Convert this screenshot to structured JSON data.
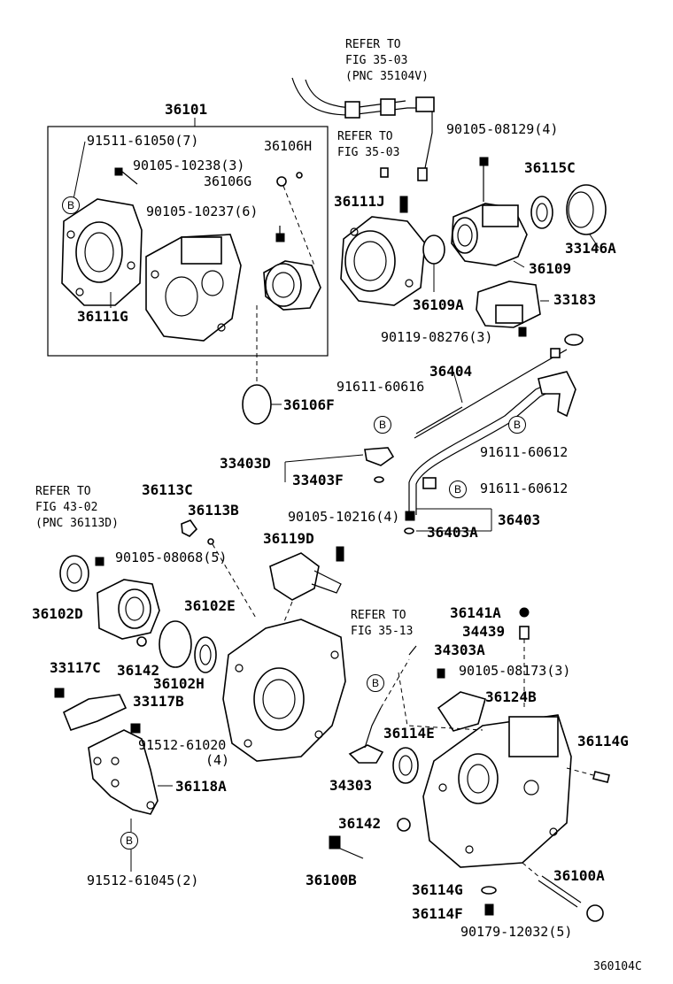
{
  "callout_symbol": "B",
  "figure_code": "360104C",
  "labels": {
    "l36101": "36101",
    "l91511": "91511-61050(7)",
    "l36106h": "36106H",
    "l90105_10238": "90105-10238(3)",
    "l36106g": "36106G",
    "l90105_10237": "90105-10237(6)",
    "l36111g": "36111G",
    "l36106f": "36106F",
    "ref_35_03_a_1": "REFER TO",
    "ref_35_03_a_2": "FIG 35-03",
    "ref_35_03_a_3": "(PNC 35104V)",
    "ref_35_03_b_1": "REFER TO",
    "ref_35_03_b_2": "FIG 35-03",
    "l90105_08129": "90105-08129(4)",
    "l36115c": "36115C",
    "l36111j": "36111J",
    "l33146a": "33146A",
    "l36109": "36109",
    "l36109a": "36109A",
    "l33183": "33183",
    "l90119_08276": "90119-08276(3)",
    "l36404": "36404",
    "l91611_60616": "91611-60616",
    "l91611_60612_a": "91611-60612",
    "l33403d": "33403D",
    "l33403f": "33403F",
    "l91611_60612_b": "91611-60612",
    "ref_43_02_1": "REFER TO",
    "ref_43_02_2": "FIG 43-02",
    "ref_43_02_3": "(PNC 36113D)",
    "l36113c": "36113C",
    "l36113b": "36113B",
    "l90105_10216": "90105-10216(4)",
    "l36403": "36403",
    "l36403a": "36403A",
    "l36119d": "36119D",
    "l90105_08068": "90105-08068(5)",
    "l36102d": "36102D",
    "l36102e": "36102E",
    "l36142_a": "36142",
    "l36102h": "36102H",
    "l33117c": "33117C",
    "l33117b": "33117B",
    "l91512_61020": "91512-61020",
    "l91512_61020_qty": "(4)",
    "l36118a": "36118A",
    "l91512_61045": "91512-61045(2)",
    "ref_35_13_1": "REFER TO",
    "ref_35_13_2": "FIG 35-13",
    "l36141a": "36141A",
    "l34439": "34439",
    "l34303a": "34303A",
    "l90105_08173": "90105-08173(3)",
    "l36124b": "36124B",
    "l36114e": "36114E",
    "l36114g_a": "36114G",
    "l34303": "34303",
    "l36142_b": "36142",
    "l36100b": "36100B",
    "l36114g_b": "36114G",
    "l36100a": "36100A",
    "l36114f": "36114F",
    "l90179_12032": "90179-12032(5)"
  }
}
